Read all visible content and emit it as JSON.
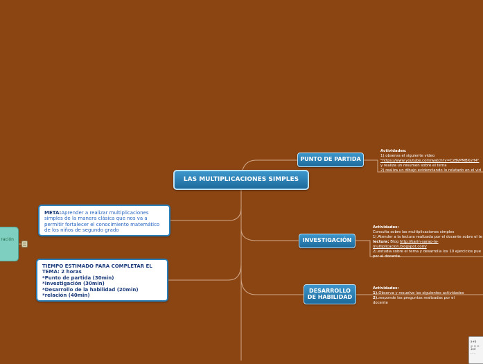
{
  "root": {
    "label": "LAS MULTIPLICACIONES SIMPLES"
  },
  "branches": [
    {
      "id": "punto",
      "label": "PUNTO DE PARTIDA",
      "activities": {
        "heading": "Actividades:",
        "lines": [
          "1).observa el siguiente video",
          "\"https://www.youtube.com/watch?v=CzBVPMBXvH4\"",
          "y realiza un resumen sobre el tema",
          "2).realiza un dibujo evidenciando lo relatado en el vid"
        ]
      }
    },
    {
      "id": "investigacion",
      "label": "INVESTIGACIÓN",
      "activities": {
        "heading": "Actividades:",
        "line1": "Consulta sobre las multiplicaciones simples",
        "line2": "1).Atender a la lectura realizada por el docente sobre el te",
        "lectura_label": "lectura:",
        "lectura_text": " Blog ",
        "lectura_link1": "http://karin-sarao-la-",
        "lectura_link2": "multiplicacion.blogspot.com/",
        "line3": "2).estudia sobre el tema y desarrolla los 10 ejercicios pue",
        "line4": "por el docente."
      }
    },
    {
      "id": "desarrollo",
      "label_line1": "DESARROLLO",
      "label_line2": "DE HABILIDAD",
      "activities": {
        "heading": "Actividades:",
        "n1": "1).",
        "t1": "Observa y resuelve las siguientes actividades",
        "n2": "2).",
        "t2": "responde las preguntas realizadas por el",
        "t3": "docente"
      }
    }
  ],
  "meta": {
    "label": "META:",
    "text": "Aprender a realizar multiplicaciones simples de la manera clásica que nos va a permitir fortalecer el conocimiento matemático de los niños de segundo grado"
  },
  "tiempo": {
    "lines": [
      "TIEMPO ESTIMADO PARA COMPLETAR EL TEMA: 2 horas",
      "*Punto de partida (30min)",
      "*Investigación (30min)",
      "*Desarrollo de la habilidad (20min)",
      "*relación (40min)"
    ]
  },
  "side_node": {
    "label": "ración"
  },
  "thumbnail": {
    "lines": [
      "a+b",
      "= = =",
      "3x4",
      "- - -"
    ]
  },
  "colors": {
    "background": "#8b4513",
    "node_blue": "#2a7fb8",
    "teal": "#7ecfc0"
  }
}
